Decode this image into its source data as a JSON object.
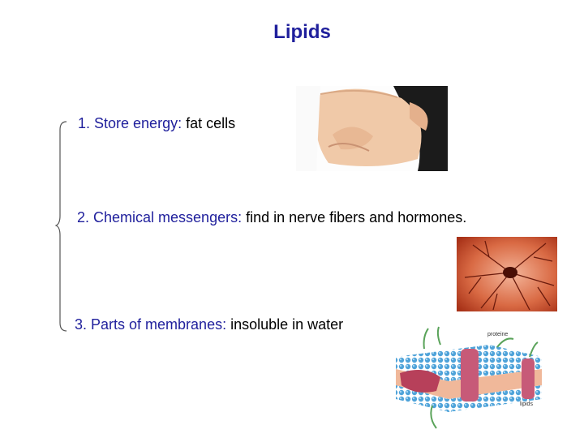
{
  "title": "Lipids",
  "items": [
    {
      "lead": "1. Store energy:",
      "rest": " fat cells"
    },
    {
      "lead": "2. Chemical messengers:",
      "rest": " find in nerve fibers and hormones."
    },
    {
      "lead": "3. Parts of membranes:",
      "rest": " insoluble in water"
    }
  ],
  "images": {
    "fat_cells": "photo of hands pinching belly fat",
    "nerve": "micrograph of a nerve cell",
    "membrane": "cell membrane diagram",
    "membrane_labels": {
      "protein": "proteine",
      "lipid": "lipids"
    }
  },
  "colors": {
    "title": "#1f1f9c",
    "lead_text": "#1f1f9c",
    "body_text": "#000000"
  }
}
